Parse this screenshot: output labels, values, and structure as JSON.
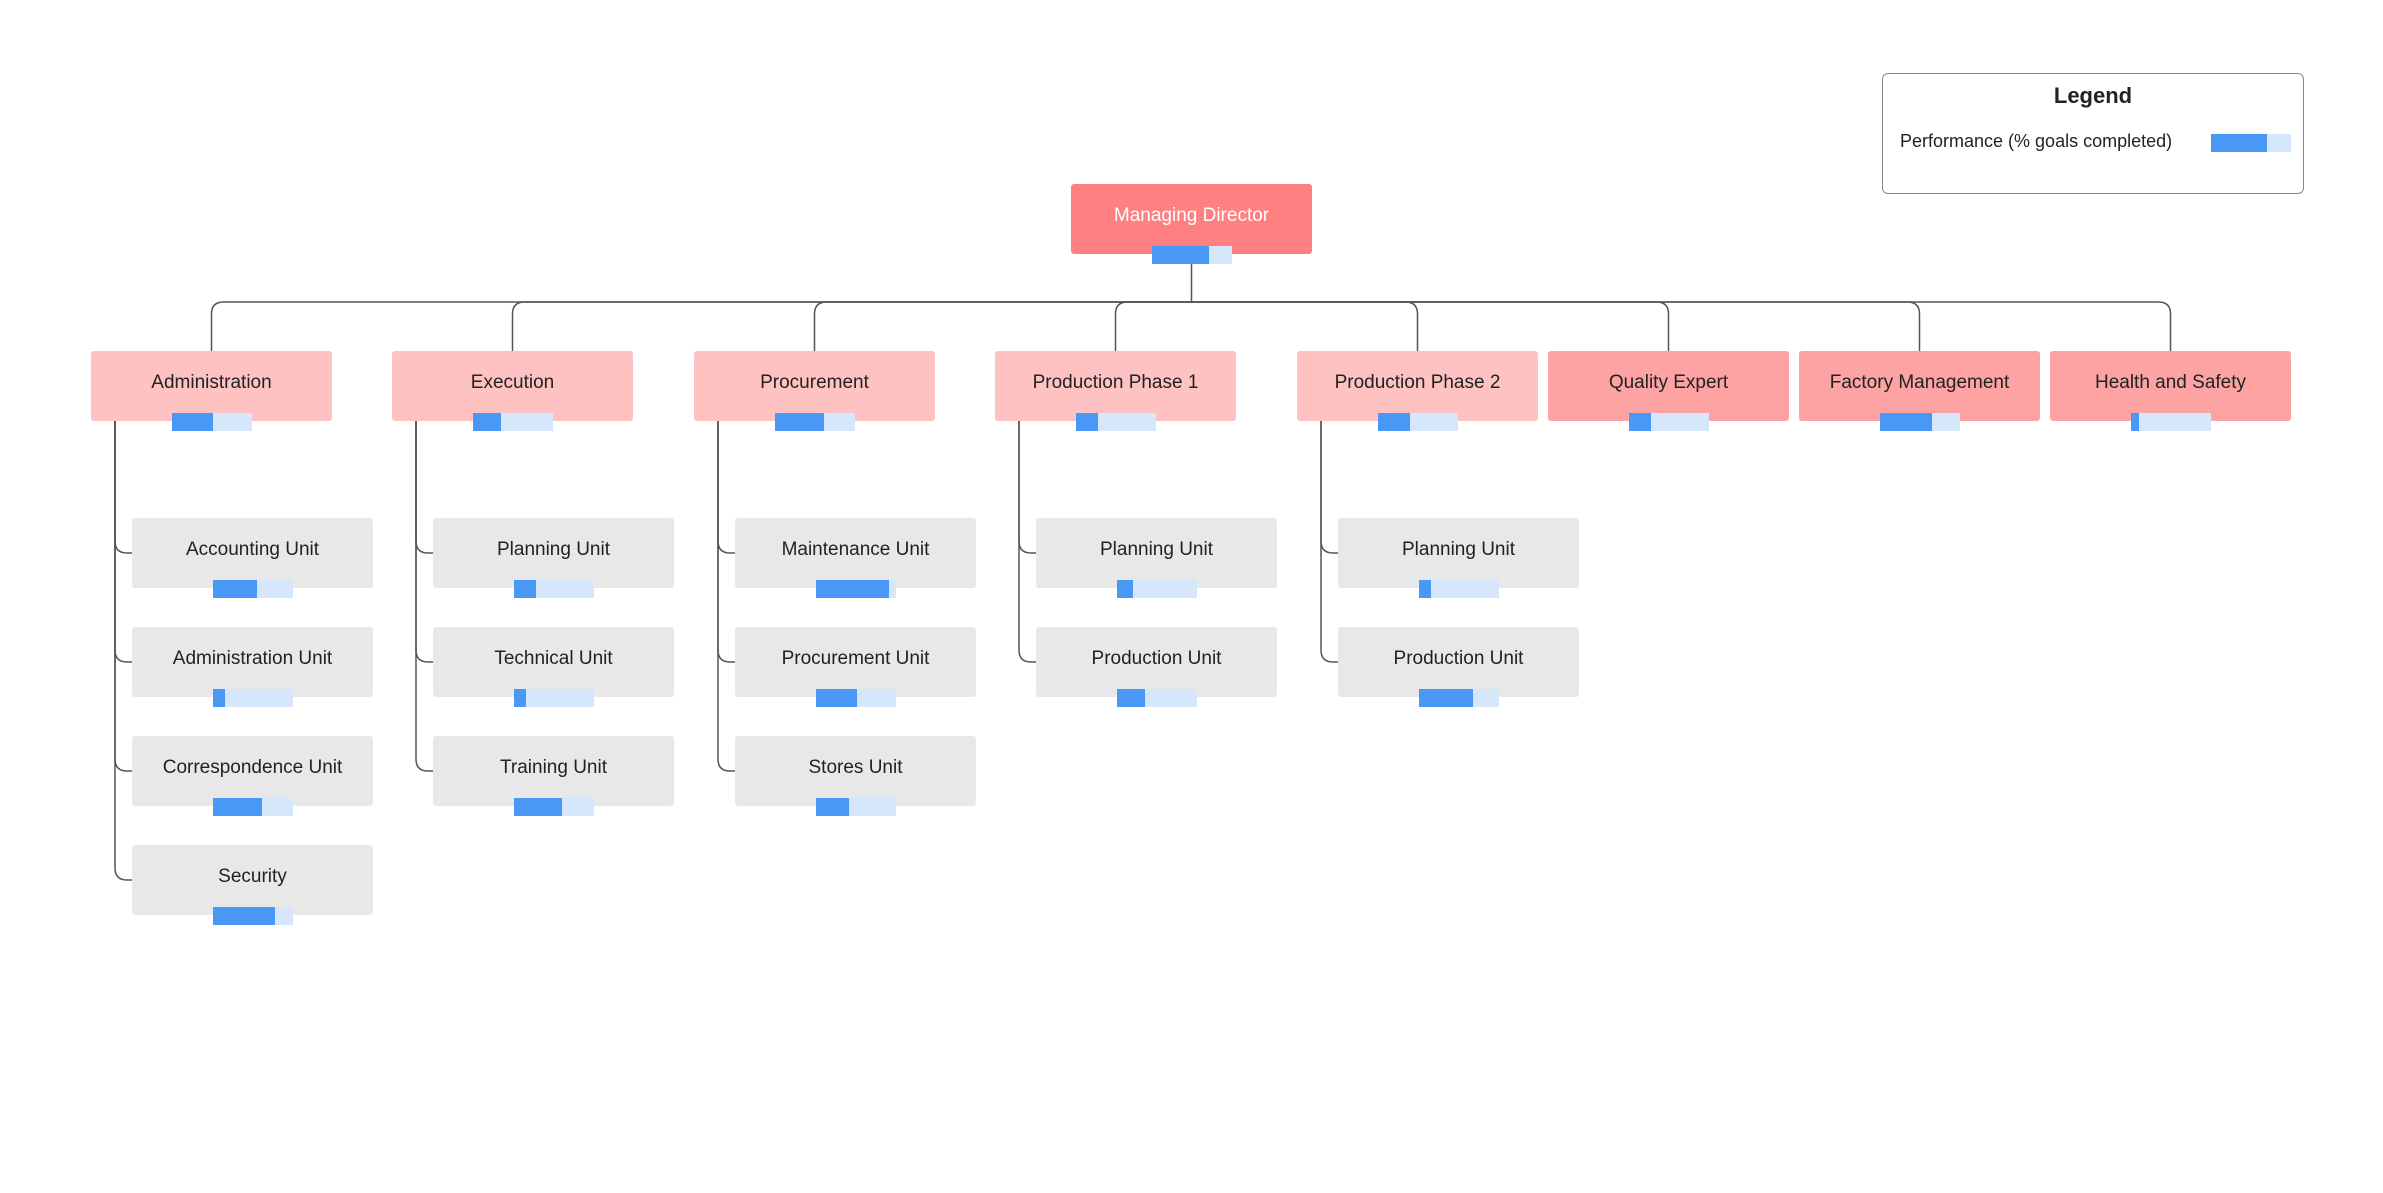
{
  "colors": {
    "root": "#ff8080",
    "dept": "#ffc2c2",
    "staff": "#fda3a3",
    "unit": "#e8e8e8",
    "bar_fill": "#4a98f5",
    "bar_track": "#d6e6fb",
    "connector": "#555555"
  },
  "legend": {
    "title": "Legend",
    "entry_label": "Performance (% goals completed)",
    "sample_performance": 0.7
  },
  "root": {
    "label": "Managing Director",
    "performance": 0.72
  },
  "departments": [
    {
      "label": "Administration",
      "performance": 0.52,
      "units": [
        {
          "label": "Accounting Unit",
          "performance": 0.55
        },
        {
          "label": "Administration Unit",
          "performance": 0.15
        },
        {
          "label": "Correspondence Unit",
          "performance": 0.62
        },
        {
          "label": "Security",
          "performance": 0.78
        }
      ]
    },
    {
      "label": "Execution",
      "performance": 0.35,
      "units": [
        {
          "label": "Planning Unit",
          "performance": 0.28
        },
        {
          "label": "Technical Unit",
          "performance": 0.16
        },
        {
          "label": "Training Unit",
          "performance": 0.6
        }
      ]
    },
    {
      "label": "Procurement",
      "performance": 0.62,
      "units": [
        {
          "label": "Maintenance Unit",
          "performance": 0.92
        },
        {
          "label": "Procurement Unit",
          "performance": 0.52
        },
        {
          "label": "Stores Unit",
          "performance": 0.42
        }
      ]
    },
    {
      "label": "Production Phase 1",
      "performance": 0.28,
      "units": [
        {
          "label": "Planning Unit",
          "performance": 0.2
        },
        {
          "label": "Production Unit",
          "performance": 0.35
        }
      ]
    },
    {
      "label": "Production Phase 2",
      "performance": 0.4,
      "units": [
        {
          "label": "Planning Unit",
          "performance": 0.15
        },
        {
          "label": "Production Unit",
          "performance": 0.68
        }
      ]
    },
    {
      "label": "Quality Expert",
      "performance": 0.28,
      "units": []
    },
    {
      "label": "Factory Management",
      "performance": 0.65,
      "units": []
    },
    {
      "label": "Health and Safety",
      "performance": 0.1,
      "units": []
    }
  ]
}
